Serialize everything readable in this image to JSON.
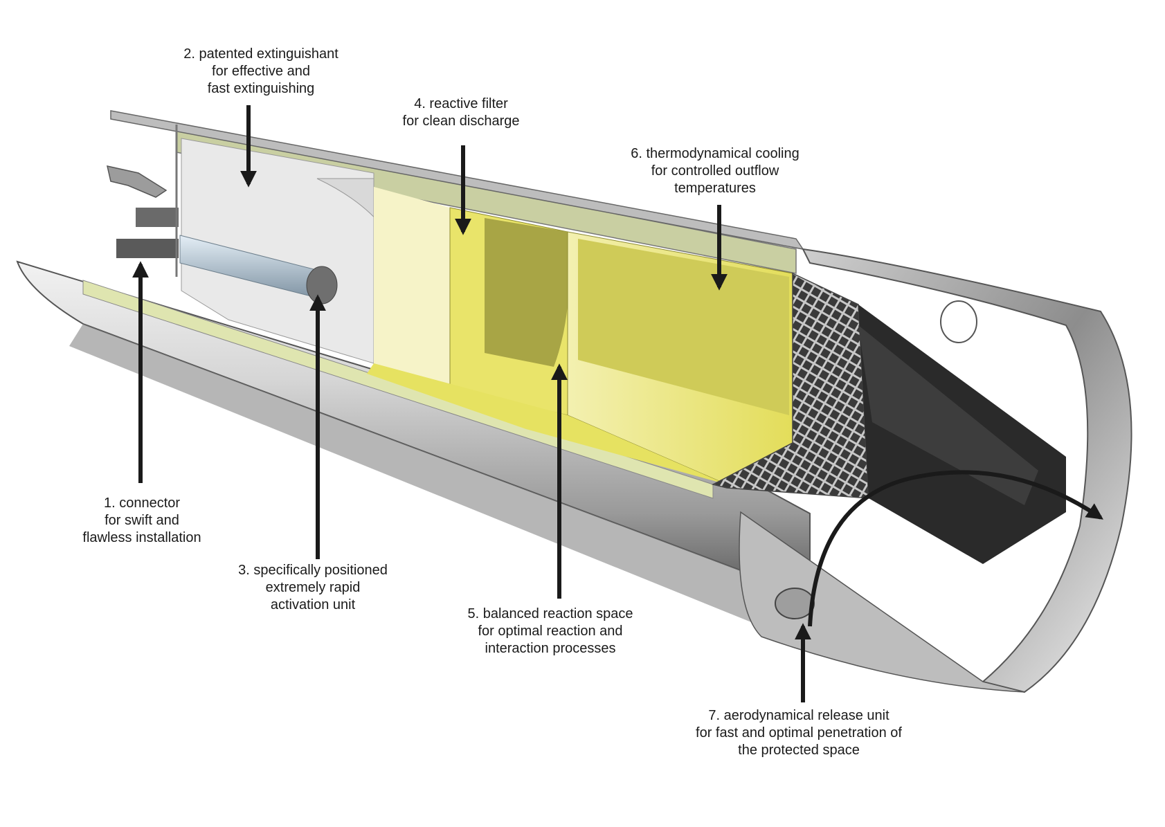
{
  "labels": [
    {
      "id": "connector",
      "lines": [
        "1. connector",
        "for swift and",
        "flawless installation"
      ]
    },
    {
      "id": "extinguishant",
      "lines": [
        "2. patented extinguishant",
        "for effective and",
        "fast extinguishing"
      ]
    },
    {
      "id": "activation",
      "lines": [
        "3. specifically positioned",
        "extremely rapid",
        "activation unit"
      ]
    },
    {
      "id": "filter",
      "lines": [
        "4. reactive filter",
        "for clean discharge"
      ]
    },
    {
      "id": "reaction-space",
      "lines": [
        "5. balanced reaction space",
        "for optimal reaction and",
        "interaction processes"
      ]
    },
    {
      "id": "cooling",
      "lines": [
        "6. thermodynamical cooling",
        "for controlled outflow",
        "temperatures"
      ]
    },
    {
      "id": "release-unit",
      "lines": [
        "7. aerodynamical release unit",
        "for fast and optimal penetration of",
        "the protected space"
      ]
    }
  ],
  "colors": {
    "extinguishant": "#e9e9e9",
    "filter_yellow": "#e9e46a",
    "filter_dark": "#a8a545",
    "shell_light": "#e2e2e2",
    "shell_dark": "#6b6b6b",
    "liner": "#c9cfa2",
    "arrow": "#1a1a1a",
    "cone": "#2a2a2a"
  }
}
